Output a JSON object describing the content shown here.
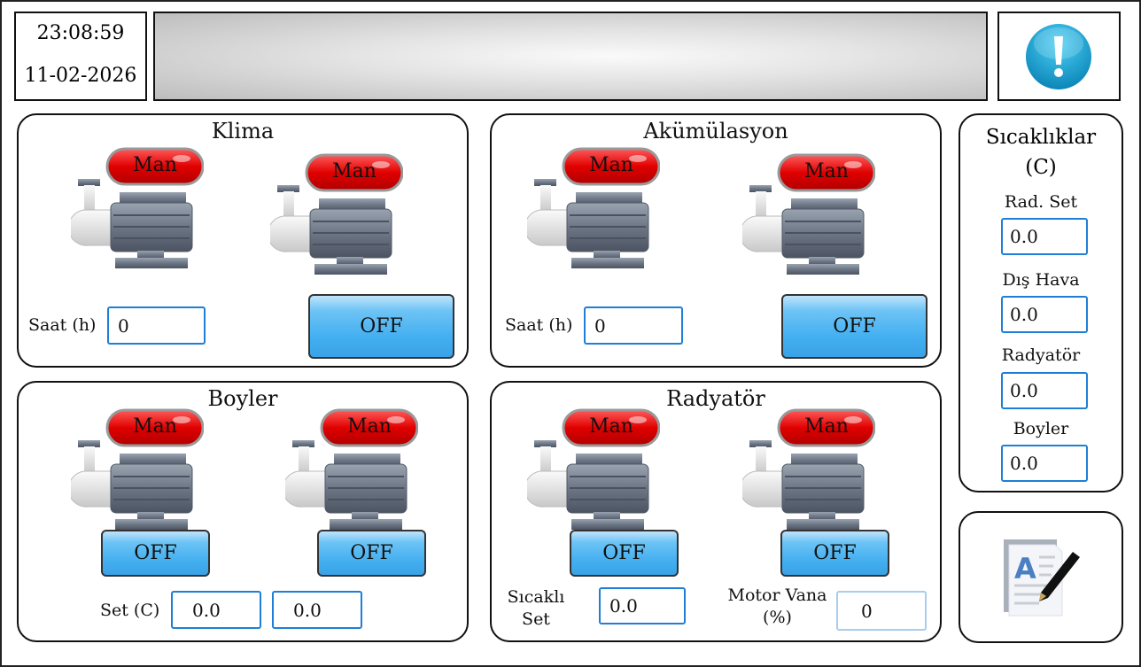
{
  "header": {
    "time": "23:08:59",
    "date": "11-02-2026",
    "alert_icon": "exclamation-icon"
  },
  "panels": {
    "klima": {
      "title": "Klima",
      "pump1": "Man",
      "pump2": "Man",
      "hours_label": "Saat (h)",
      "hours_value": "0",
      "button": "OFF"
    },
    "akumulasyon": {
      "title": "Akümülasyon",
      "pump1": "Man",
      "pump2": "Man",
      "hours_label": "Saat (h)",
      "hours_value": "0",
      "button": "OFF"
    },
    "boyler": {
      "title": "Boyler",
      "pump1": "Man",
      "pump2": "Man",
      "button1": "OFF",
      "button2": "OFF",
      "set_label": "Set (C)",
      "set1": "0.0",
      "set2": "0.0"
    },
    "radyator": {
      "title": "Radyatör",
      "pump1": "Man",
      "pump2": "Man",
      "button1": "OFF",
      "button2": "OFF",
      "temp_set_label_1": "Sıcaklı",
      "temp_set_label_2": "Set",
      "temp_set": "0.0",
      "valve_label_1": "Motor Vana",
      "valve_label_2": "(%)",
      "valve": "0"
    }
  },
  "temps": {
    "title_1": "Sıcaklıklar",
    "title_2": "(C)",
    "items": [
      {
        "label": "Rad. Set",
        "value": "0.0"
      },
      {
        "label": "Dış Hava",
        "value": "0.0"
      },
      {
        "label": "Radyatör",
        "value": "0.0"
      },
      {
        "label": "Boyler",
        "value": "0.0"
      }
    ]
  },
  "colors": {
    "accent": "#42aef0",
    "man_red": "#e00000",
    "input_border": "#1f7fd6"
  }
}
